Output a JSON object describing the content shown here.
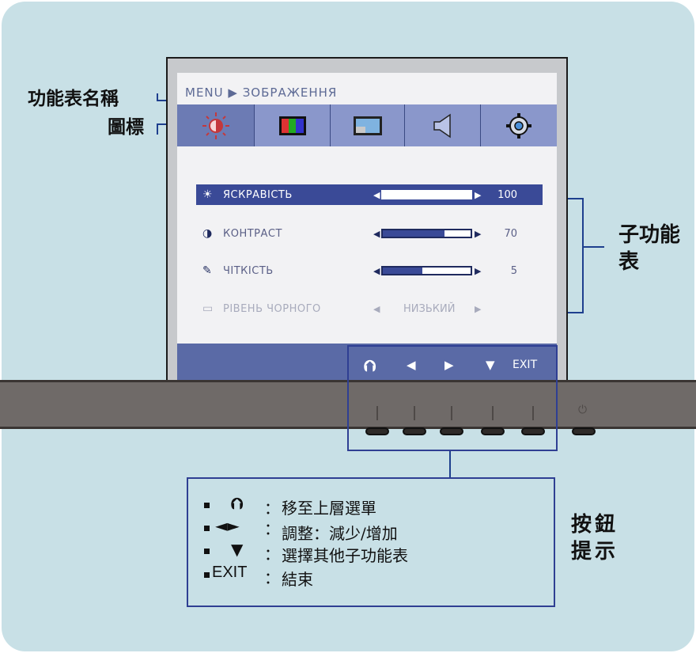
{
  "callouts": {
    "menu_name": "功能表名稱",
    "icon": "圖標",
    "submenu_line1": "子功能",
    "submenu_line2": "表",
    "button_hint_line1": "按鈕",
    "button_hint_line2": "提示"
  },
  "osd": {
    "breadcrumb": "MENU ▶ ЗОБРАЖЕННЯ",
    "tabs": [
      {
        "icon": "brightness-icon",
        "active": true
      },
      {
        "icon": "color-bars-icon",
        "active": false
      },
      {
        "icon": "screen-position-icon",
        "active": false
      },
      {
        "icon": "speaker-icon",
        "active": false
      },
      {
        "icon": "settings-gear-icon",
        "active": false
      }
    ],
    "rows": [
      {
        "icon": "sun-icon",
        "label": "ЯСКРАВІСТЬ",
        "value": "100",
        "level": 100,
        "selected": true
      },
      {
        "icon": "contrast-icon",
        "label": "КОНТРАСТ",
        "value": "70",
        "level": 70,
        "selected": false
      },
      {
        "icon": "sharpness-icon",
        "label": "ЧІТКІСТЬ",
        "value": "5",
        "level": 5,
        "selected": false
      },
      {
        "icon": "black-level-icon",
        "label": "РІВЕНЬ ЧОРНОГО",
        "value": "НИЗЬКИЙ",
        "selected": false,
        "disabled": true
      }
    ],
    "footer_buttons": [
      "up-arrow-icon",
      "left-arrow-icon",
      "right-arrow-icon",
      "down-arrow-icon"
    ],
    "exit_label": "EXIT"
  },
  "legend": {
    "items": [
      {
        "symbol": "⮉",
        "text": "移至上層選單"
      },
      {
        "symbol": "◄►",
        "text": "調整：減少/增加"
      },
      {
        "symbol": "▼",
        "text": "選擇其他子功能表"
      },
      {
        "symbol": "EXIT",
        "text": "結束"
      }
    ],
    "separator": "："
  },
  "colors": {
    "panel": "#c8e0e6",
    "accent": "#2f3f93",
    "selected_row": "#3a4a97"
  }
}
